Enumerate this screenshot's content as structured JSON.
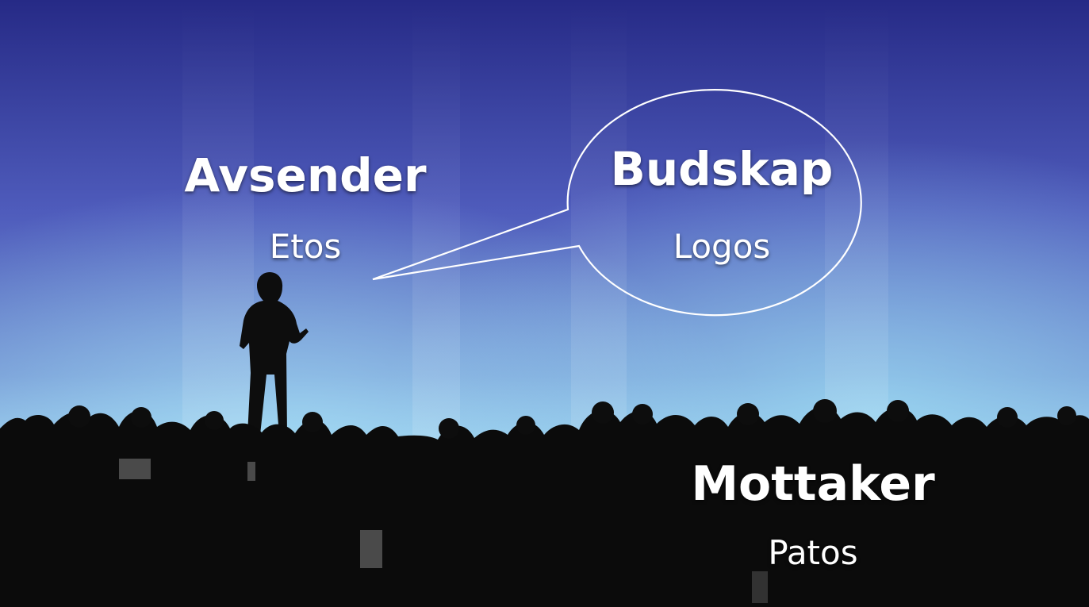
{
  "slide": {
    "sender": {
      "title": "Avsender",
      "subtitle": "Etos"
    },
    "message": {
      "title": "Budskap",
      "subtitle": "Logos"
    },
    "receiver": {
      "title": "Mottaker",
      "subtitle": "Patos"
    }
  },
  "colors": {
    "sky_top": "#2c2f8f",
    "sky_mid": "#5a6fc4",
    "stage_glow": "#8fd4ec",
    "silhouette": "#0d0d0d",
    "text": "#ffffff"
  }
}
